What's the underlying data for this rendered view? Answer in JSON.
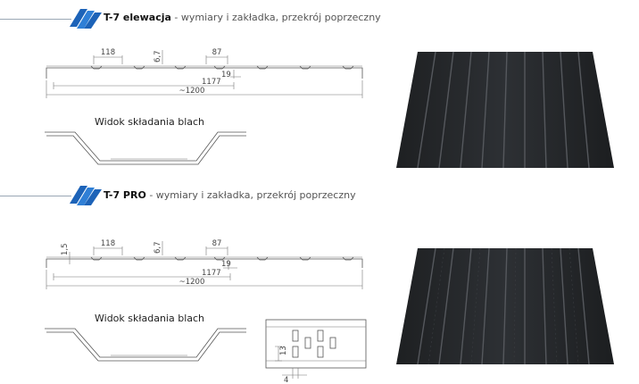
{
  "sections": [
    {
      "name": "T-7 elewacja",
      "subtitle": " - wymiary i zakładka, przekrój poprzeczny",
      "dims": {
        "rib_spacing": "118",
        "rib_height": "6,7",
        "rib_width": "87",
        "side_lap": "19",
        "effective_width": "1177",
        "total_width": "~1200"
      },
      "fold_caption": "Widok składania blach",
      "has_small_rib_dim": false
    },
    {
      "name": "T-7 PRO",
      "subtitle": " - wymiary i zakładka, przekrój poprzeczny",
      "dims": {
        "rib_spacing": "118",
        "rib_height": "6,7",
        "rib_width": "87",
        "side_lap": "19",
        "effective_width": "1177",
        "total_width": "~1200",
        "small_rib": "1,5"
      },
      "fold_caption": "Widok składania blach",
      "has_small_rib_dim": true
    }
  ],
  "detail": {
    "height_label": "13",
    "width_label": "4"
  },
  "colors": {
    "logo_blue": "#1d63b8",
    "sheet": "#2b2d30",
    "rib_light": "#4a4d52"
  }
}
